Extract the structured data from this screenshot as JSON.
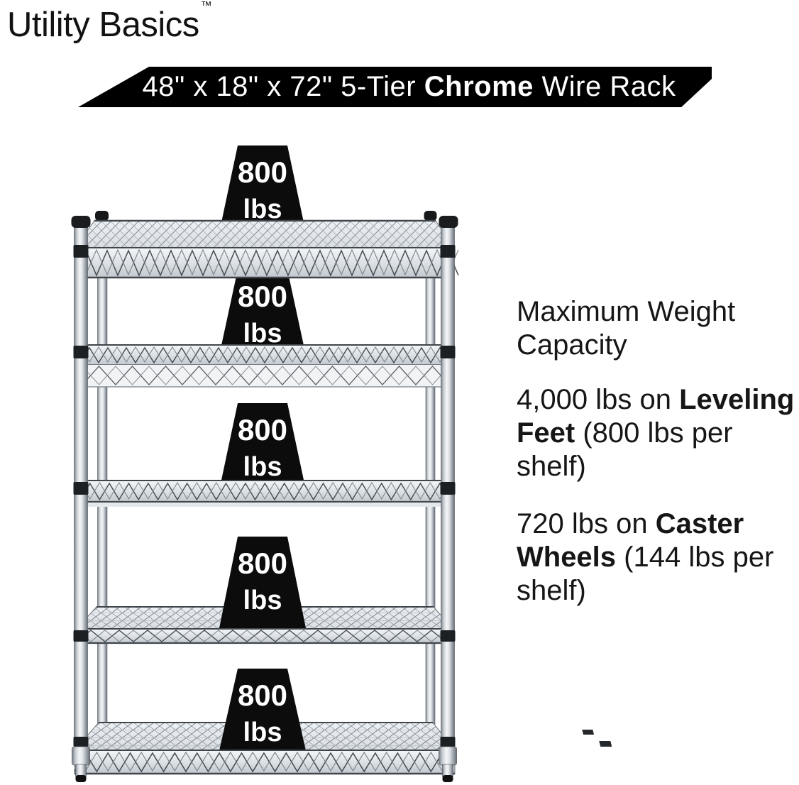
{
  "brand": {
    "name": "Utility Basics",
    "tm": "™"
  },
  "banner": {
    "segments": [
      {
        "t": "48\" x 18\" x 72\" 5-Tier ",
        "b": false
      },
      {
        "t": "Chrome",
        "b": true
      },
      {
        "t": " Wire Rack",
        "b": false
      }
    ],
    "bg_color": "#000000",
    "text_color": "#ffffff"
  },
  "rack": {
    "description": "5-tier chrome wire shelving rack",
    "tiers": 5,
    "weight_labels": [
      {
        "value": "800",
        "unit": "lbs"
      },
      {
        "value": "800",
        "unit": "lbs"
      },
      {
        "value": "800",
        "unit": "lbs"
      },
      {
        "value": "800",
        "unit": "lbs"
      },
      {
        "value": "800",
        "unit": "lbs"
      }
    ],
    "colors": {
      "weight_black": "#0c0c0c",
      "label_text": "#ffffff",
      "chrome_light": "#f2f4f6",
      "chrome_mid": "#c9cfd5",
      "chrome_dark": "#6d747b",
      "wire_line": "#454b52"
    }
  },
  "info": {
    "heading_lines": [
      "Maximum Weight",
      "Capacity"
    ],
    "para1_lines": [
      [
        {
          "t": "4,000 lbs on ",
          "b": false
        },
        {
          "t": "Leveling",
          "b": true
        }
      ],
      [
        {
          "t": "Feet",
          "b": true
        },
        {
          "t": " (800 lbs per",
          "b": false
        }
      ],
      [
        {
          "t": "shelf)",
          "b": false
        }
      ]
    ],
    "para2_lines": [
      [
        {
          "t": "720 lbs on ",
          "b": false
        },
        {
          "t": "Caster",
          "b": true
        }
      ],
      [
        {
          "t": "Wheels",
          "b": true
        },
        {
          "t": " (144 lbs per",
          "b": false
        }
      ],
      [
        {
          "t": "shelf)",
          "b": false
        }
      ]
    ]
  }
}
